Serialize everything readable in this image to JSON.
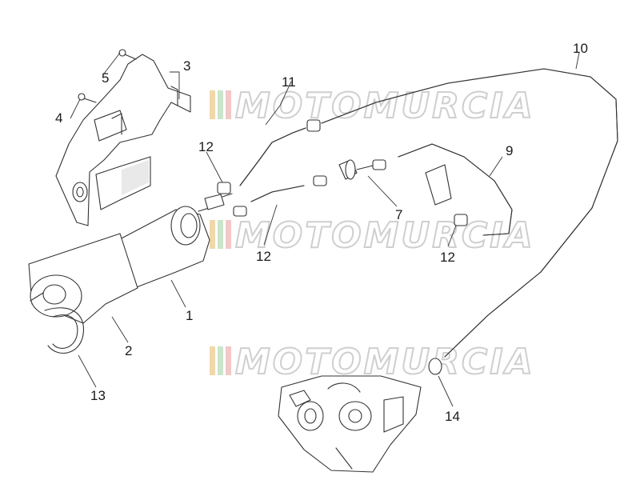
{
  "diagram": {
    "watermark_text": "MOTOMURCIA",
    "watermark_bar_colors": [
      "#e6b866",
      "#9fcf9f",
      "#e89a9a",
      "#d8d8d8"
    ],
    "callouts": [
      {
        "id": "1",
        "label": "1"
      },
      {
        "id": "2",
        "label": "2"
      },
      {
        "id": "3",
        "label": "3"
      },
      {
        "id": "4",
        "label": "4"
      },
      {
        "id": "5",
        "label": "5"
      },
      {
        "id": "7",
        "label": "7"
      },
      {
        "id": "9",
        "label": "9"
      },
      {
        "id": "10",
        "label": "10"
      },
      {
        "id": "11",
        "label": "11"
      },
      {
        "id": "12a",
        "label": "12"
      },
      {
        "id": "12b",
        "label": "12"
      },
      {
        "id": "12c",
        "label": "12"
      },
      {
        "id": "13",
        "label": "13"
      },
      {
        "id": "14",
        "label": "14"
      }
    ]
  }
}
